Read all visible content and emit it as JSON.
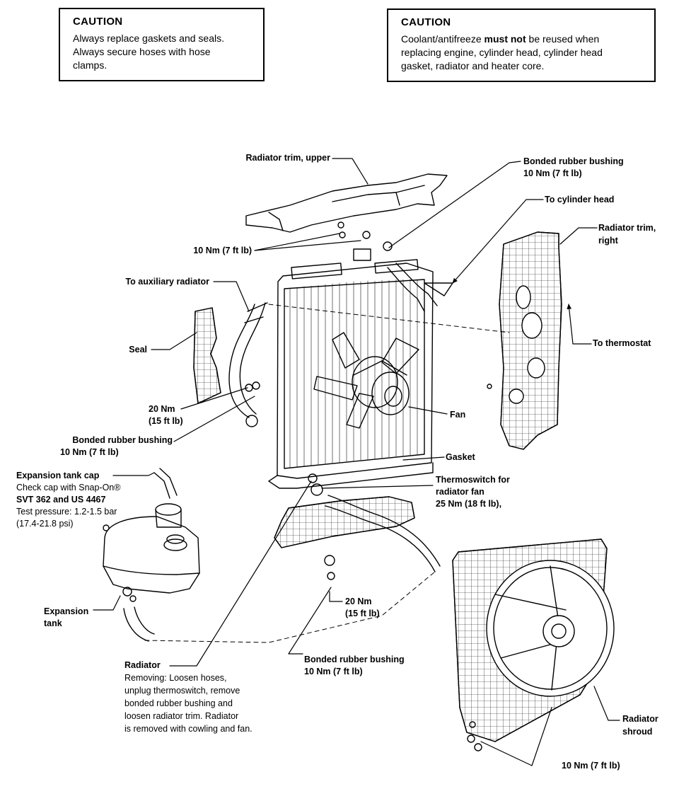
{
  "caution_left": {
    "title": "CAUTION",
    "line1": "Always replace gaskets and seals.",
    "line2": "Always secure hoses with hose",
    "line3": "clamps."
  },
  "caution_right": {
    "title": "CAUTION",
    "pre": "Coolant/antifreeze ",
    "bold": "must not",
    "post": " be reused when",
    "line2": "replacing engine, cylinder head, cylinder head",
    "line3": "gasket, radiator and heater core."
  },
  "labels": {
    "radiator_trim_upper": "Radiator trim, upper",
    "bonded_bushing_top_1": "Bonded rubber bushing",
    "bonded_bushing_top_2": "10 Nm (7 ft lb)",
    "to_cylinder_head": "To cylinder head",
    "radiator_trim_right_1": "Radiator trim,",
    "radiator_trim_right_2": "right",
    "torque_10nm_upper": "10 Nm (7 ft lb)",
    "to_auxiliary_radiator": "To auxiliary radiator",
    "seal": "Seal",
    "to_thermostat": "To thermostat",
    "torque_20nm_left_1": "20 Nm",
    "torque_20nm_left_2": "(15 ft lb)",
    "fan": "Fan",
    "bonded_bushing_left_1": "Bonded rubber bushing",
    "bonded_bushing_left_2": "10 Nm (7 ft lb)",
    "gasket": "Gasket",
    "expansion_cap_title": "Expansion tank cap",
    "expansion_cap_line1": "Check cap with Snap-On®",
    "expansion_cap_line2": "SVT 362 and US 4467",
    "expansion_cap_line3": "Test pressure: 1.2-1.5 bar",
    "expansion_cap_line4": "(17.4-21.8 psi)",
    "thermoswitch_1": "Thermoswitch for",
    "thermoswitch_2": "radiator fan",
    "thermoswitch_3": "25 Nm (18 ft lb),",
    "expansion_tank_1": "Expansion",
    "expansion_tank_2": "tank",
    "torque_20nm_bottom_1": "20 Nm",
    "torque_20nm_bottom_2": "(15 ft lb)",
    "radiator_title": "Radiator",
    "radiator_line1": "Removing: Loosen hoses,",
    "radiator_line2": "unplug thermoswitch, remove",
    "radiator_line3": "bonded rubber bushing and",
    "radiator_line4": "loosen radiator trim. Radiator",
    "radiator_line5": "is removed with cowling and fan.",
    "bonded_bushing_bottom_1": "Bonded rubber bushing",
    "bonded_bushing_bottom_2": "10 Nm (7 ft lb)",
    "radiator_shroud_1": "Radiator",
    "radiator_shroud_2": "shroud",
    "torque_10nm_shroud": "10 Nm (7 ft lb)"
  }
}
